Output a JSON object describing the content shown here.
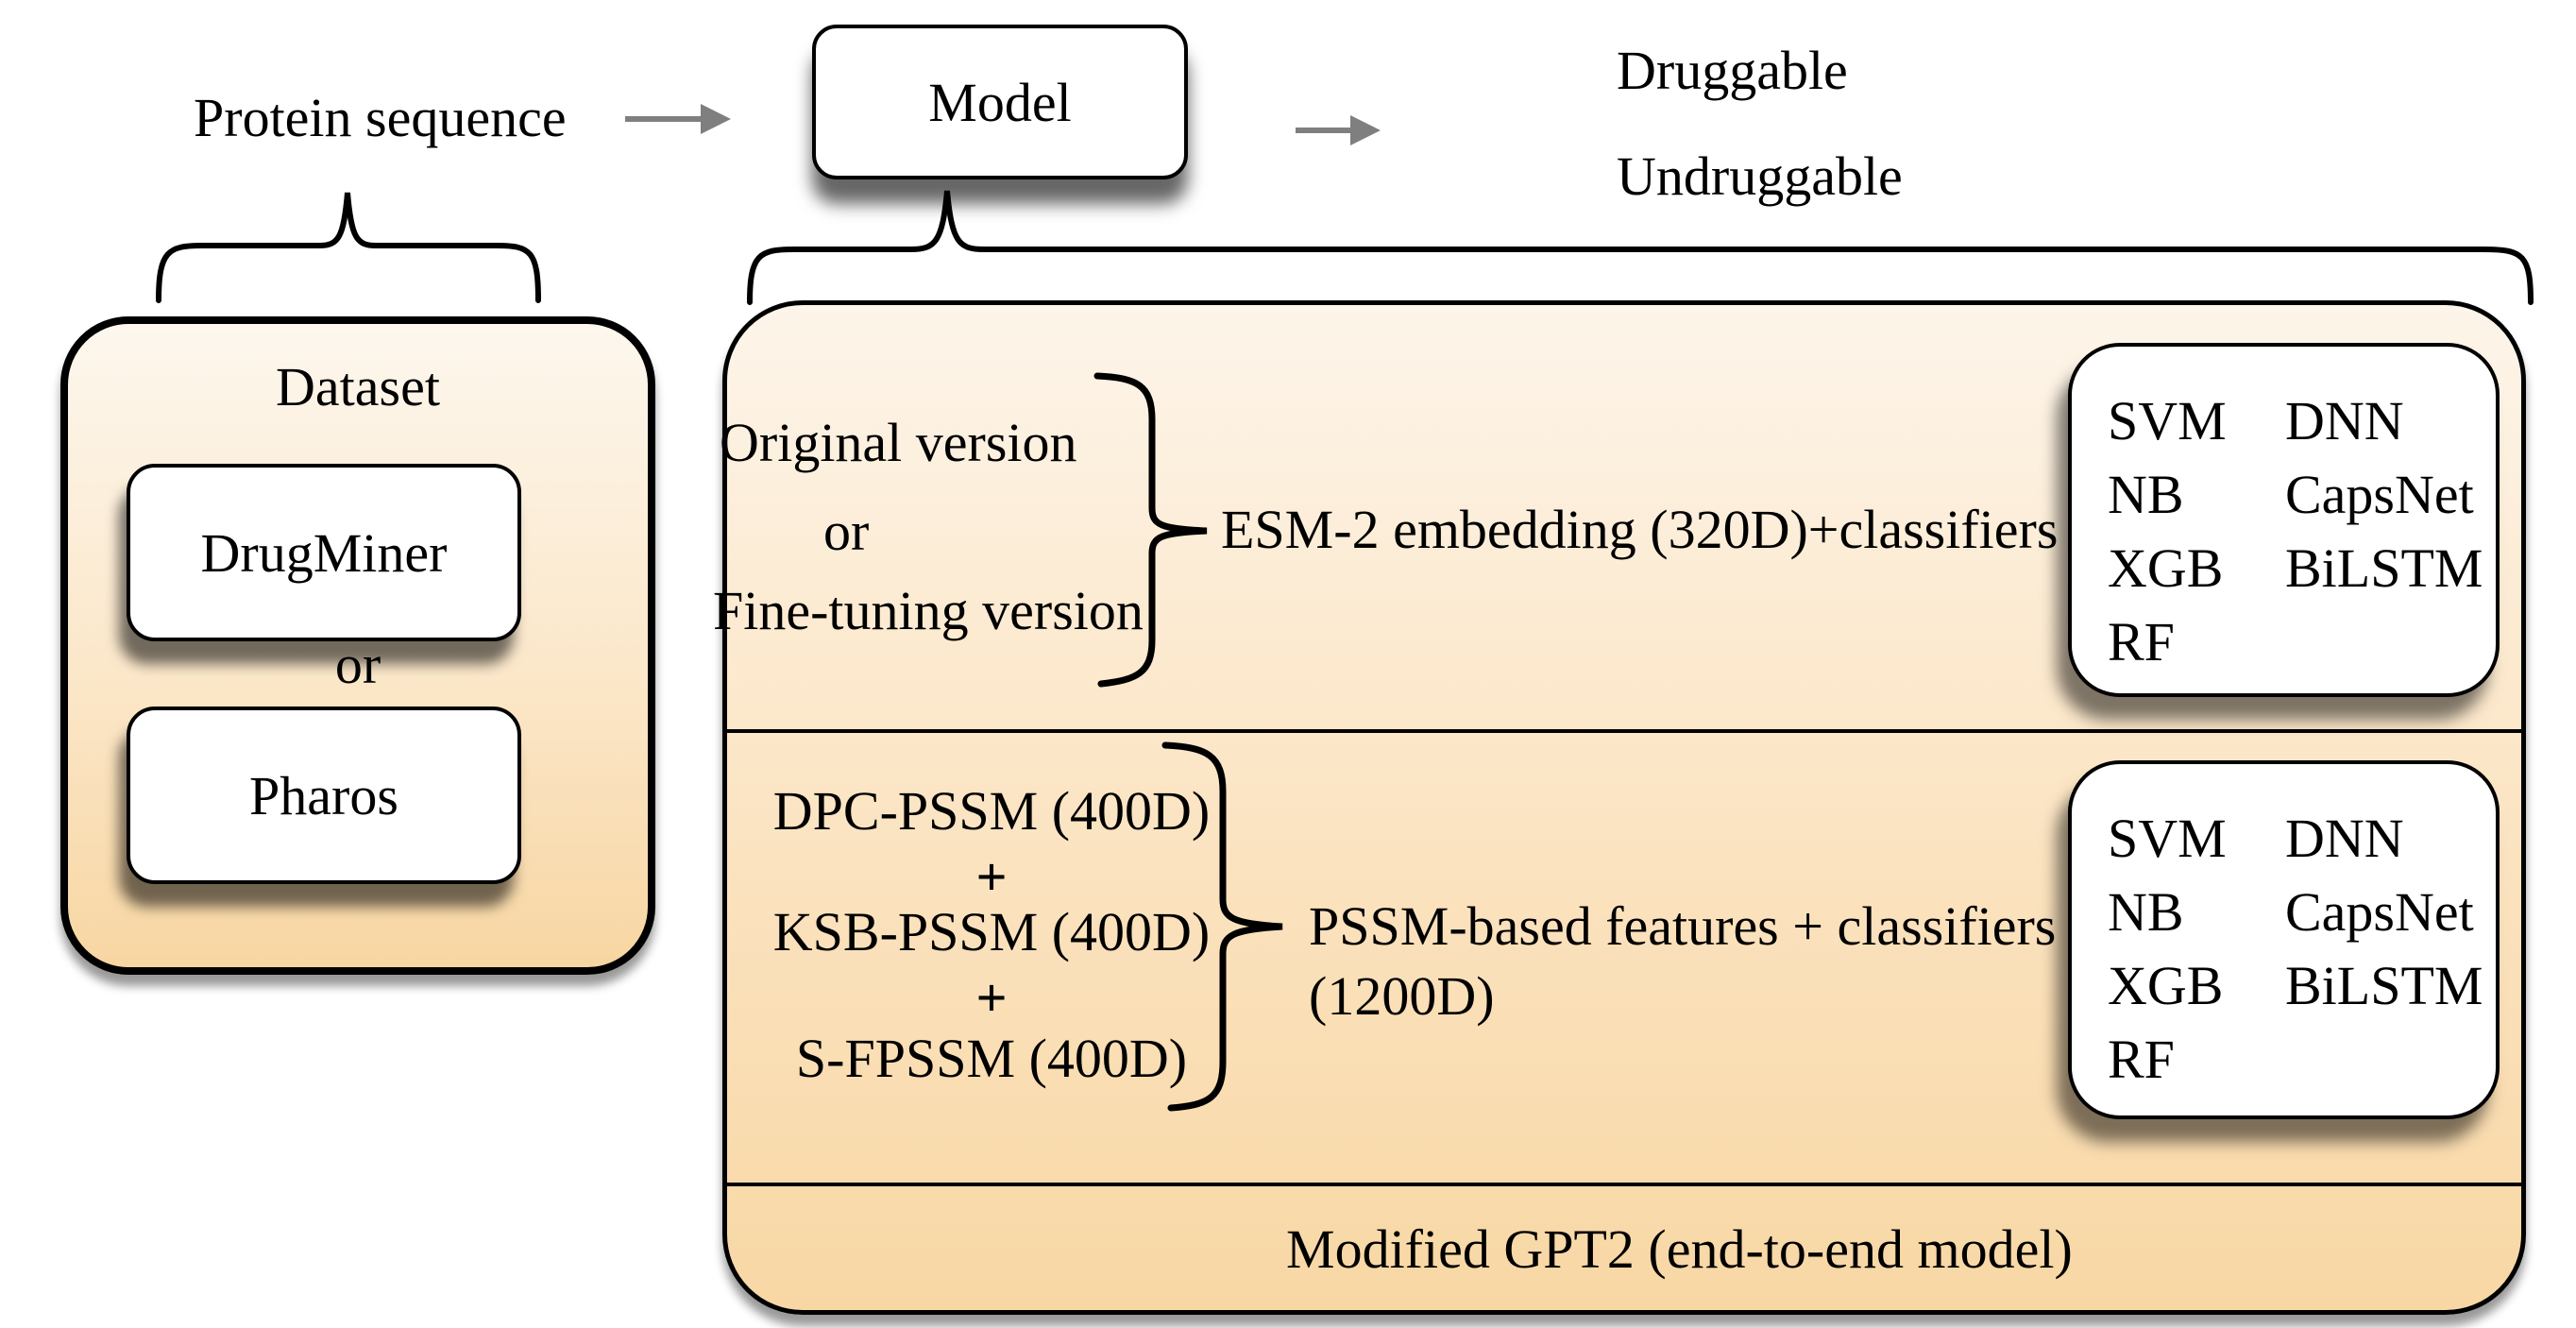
{
  "figure": {
    "flow": {
      "input_label": "Protein sequence",
      "model_label": "Model",
      "output1": "Druggable",
      "output2": "Undruggable"
    },
    "dataset_panel": {
      "title": "Dataset",
      "option1": "DrugMiner",
      "connector": "or",
      "option2": "Pharos"
    },
    "esm_section": {
      "variant1": "Original version",
      "variant_connector": "or",
      "variant2": "Fine-tuning version",
      "label": "ESM-2 embedding (320D)+classifiers",
      "classifiers": {
        "col1": [
          "SVM",
          "NB",
          "XGB",
          "RF"
        ],
        "col2": [
          "DNN",
          "CapsNet",
          "BiLSTM"
        ]
      }
    },
    "pssm_section": {
      "feature1": "DPC-PSSM (400D)",
      "plus1": "+",
      "feature2": "KSB-PSSM (400D)",
      "plus2": "+",
      "feature3": "S-FPSSM (400D)",
      "label_line1": "PSSM-based features + classifiers",
      "label_line2": "(1200D)",
      "classifiers": {
        "col1": [
          "SVM",
          "NB",
          "XGB",
          "RF"
        ],
        "col2": [
          "DNN",
          "CapsNet",
          "BiLSTM"
        ]
      }
    },
    "gpt2_section": {
      "label": "Modified GPT2 (end-to-end model)"
    },
    "colors": {
      "panel_gradient_top": "#fdf7ee",
      "panel_gradient_bottom": "#f8d6a2",
      "border": "#000000",
      "arrow": "#7f7f7f",
      "box_fill": "#ffffff",
      "text": "#000000"
    }
  }
}
